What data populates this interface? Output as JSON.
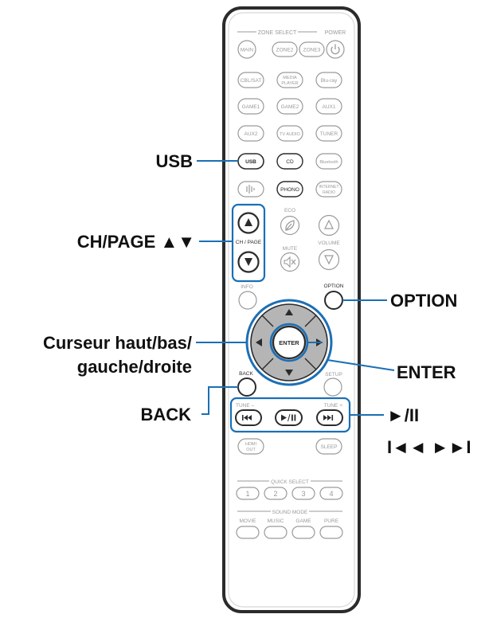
{
  "accent_color": "#1a6fb5",
  "remote": {
    "zone_select_label": "ZONE SELECT",
    "power_label": "POWER",
    "main": "MAIN",
    "zone2": "ZONE2",
    "zone3": "ZONE3",
    "cbl_sat": "CBL/SAT",
    "media_player_1": "MEDIA",
    "media_player_2": "PLAYER",
    "bluray": "Blu-ray",
    "game1": "GAME1",
    "game2": "GAME2",
    "aux1": "AUX1",
    "aux2": "AUX2",
    "tv_audio": "TV AUDIO",
    "tuner": "TUNER",
    "usb": "USB",
    "cd": "CD",
    "bluetooth": "Bluetooth",
    "phono": "PHONO",
    "internet_radio_1": "INTERNET",
    "internet_radio_2": "RADIO",
    "eco": "ECO",
    "ch_page": "CH / PAGE",
    "mute": "MUTE",
    "volume": "VOLUME",
    "info": "INFO",
    "option": "OPTION",
    "enter": "ENTER",
    "back": "BACK",
    "setup": "SETUP",
    "tune_minus": "TUNE –",
    "tune_plus": "TUNE +",
    "hdmi_out_1": "HDMI",
    "hdmi_out_2": "OUT",
    "sleep": "SLEEP",
    "quick_select": "QUICK SELECT",
    "qs1": "1",
    "qs2": "2",
    "qs3": "3",
    "qs4": "4",
    "sound_mode": "SOUND MODE",
    "movie": "MOVIE",
    "music": "MUSIC",
    "game": "GAME",
    "pure": "PURE"
  },
  "callouts": {
    "usb": "USB",
    "ch_page": "CH/PAGE ▲▼",
    "option": "OPTION",
    "cursor_line1": "Curseur haut/bas/",
    "cursor_line2": "gauche/droite",
    "enter": "ENTER",
    "back": "BACK",
    "play_pause": "►/II",
    "skip": "I◄◄ ►►I"
  }
}
